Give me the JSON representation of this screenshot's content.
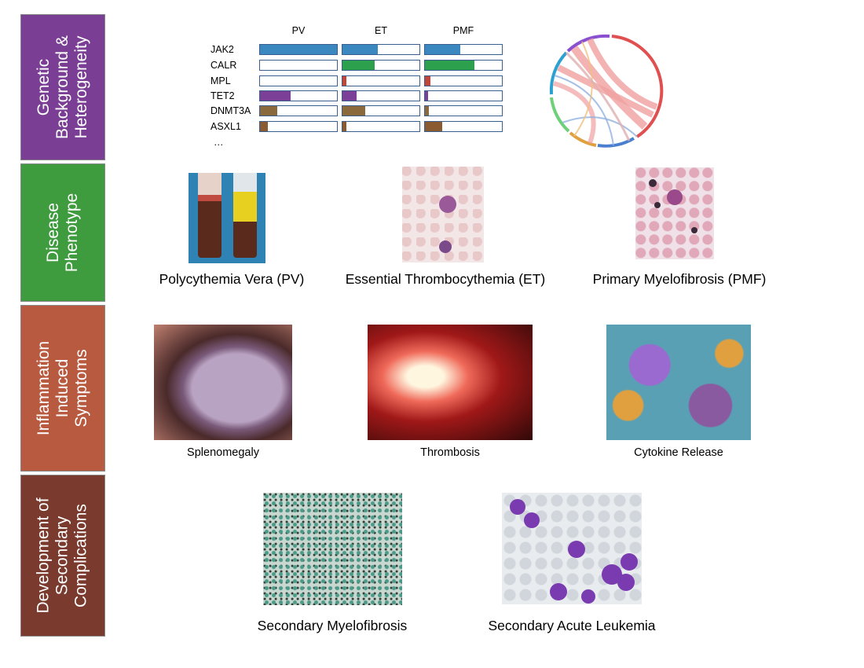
{
  "bands": [
    {
      "label": "Genetic\nBackground &\nHeterogeneity",
      "color": "#7a3f94"
    },
    {
      "label": "Disease\nPhenotype",
      "color": "#3e9b3e"
    },
    {
      "label": "Inflammation\nInduced\nSymptoms",
      "color": "#b85a40"
    },
    {
      "label": "Development of\nSecondary\nComplications",
      "color": "#7a3a2e"
    }
  ],
  "mutation_table": {
    "columns": [
      "PV",
      "ET",
      "PMF"
    ],
    "genes": [
      "JAK2",
      "CALR",
      "MPL",
      "TET2",
      "DNMT3A",
      "ASXL1"
    ],
    "more": "…",
    "frequencies": {
      "PV": [
        1.0,
        0.0,
        0.0,
        0.4,
        0.22,
        0.1
      ],
      "ET": [
        0.46,
        0.42,
        0.05,
        0.18,
        0.3,
        0.05
      ],
      "PMF": [
        0.46,
        0.64,
        0.07,
        0.04,
        0.05,
        0.22
      ]
    },
    "gene_colors": [
      "#3b87bf",
      "#2ca04c",
      "#c0463a",
      "#7b3f98",
      "#8a6a3c",
      "#8a5a30"
    ]
  },
  "phenotypes": [
    "Polycythemia Vera (PV)",
    "Essential Thrombocythemia (ET)",
    "Primary Myelofibrosis (PMF)"
  ],
  "symptoms": [
    "Splenomegaly",
    "Thrombosis",
    "Cytokine Release"
  ],
  "complications": [
    "Secondary Myelofibrosis",
    "Secondary Acute Leukemia"
  ]
}
